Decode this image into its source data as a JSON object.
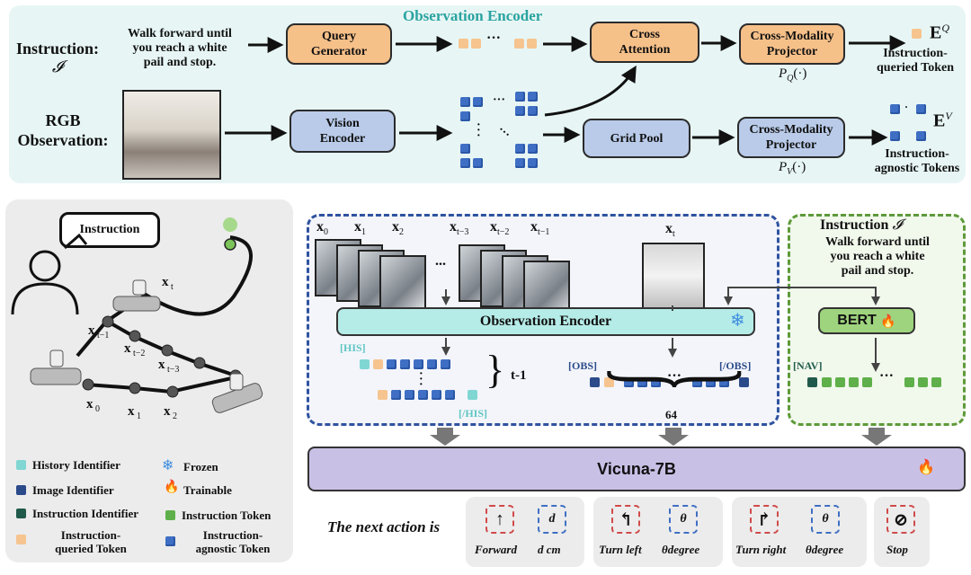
{
  "top": {
    "title": "Observation Encoder",
    "instruction_label": "Instruction:",
    "instruction_symbol": "𝓘",
    "instruction_text": [
      "Walk forward until",
      "you reach a white",
      "pail and stop."
    ],
    "rgb_label": [
      "RGB",
      "Observation:"
    ],
    "query_generator": [
      "Query",
      "Generator"
    ],
    "vision_encoder": [
      "Vision",
      "Encoder"
    ],
    "cross_attention": [
      "Cross",
      "Attention"
    ],
    "grid_pool": "Grid Pool",
    "projector_q": [
      "Cross-Modality",
      "Projector"
    ],
    "projector_v": [
      "Cross-Modality",
      "Projector"
    ],
    "pq_label": "P",
    "pq_sub": "Q",
    "pv_label": "P",
    "pv_sub": "V",
    "func_suffix": "(·)",
    "eq_label": "E",
    "eq_sup": "Q",
    "ev_label": "E",
    "ev_sup": "V",
    "iq_token_label": [
      "Instruction-",
      "queried Token"
    ],
    "ia_token_label": [
      "Instruction-",
      "agnostic Tokens"
    ]
  },
  "left_panel": {
    "bubble": "Instruction",
    "xt": "x",
    "xt_sub": "t",
    "x_tm1_sub": "t−1",
    "x_tm2_sub": "t−2",
    "x_tm3_sub": "t−3",
    "x0_sub": "0",
    "x1_sub": "1",
    "x2_sub": "2"
  },
  "middle": {
    "frame_labels": [
      "0",
      "1",
      "2",
      "t−3",
      "t−2",
      "t−1"
    ],
    "ellipsis": "...",
    "current_frame_sub": "t",
    "obs_encoder": "Observation Encoder",
    "snowflake": "❄",
    "his_open": "[HIS]",
    "his_close": "[/HIS]",
    "t_minus_1": "t-1",
    "obs_open": "[OBS]",
    "obs_close": "[/OBS]",
    "count_64": "64"
  },
  "right": {
    "instruction_title": "Instruction",
    "instruction_symbol": "𝓘",
    "instruction_text": [
      "Walk forward until",
      "you reach a white",
      "pail and stop."
    ],
    "bert": "BERT",
    "fire": "🔥",
    "nav": "[NAV]"
  },
  "vicuna": {
    "label": "Vicuna-7B"
  },
  "legend": [
    {
      "label": "History Identifier",
      "color": "#7fd6d2"
    },
    {
      "label": "Image Identifier",
      "color": "#2b4a8a"
    },
    {
      "label": "Instruction Identifier",
      "color": "#1f5a4a"
    },
    {
      "label": "Instruction-queried Token",
      "color": "#f6c48f"
    },
    {
      "label": "Frozen",
      "icon": "snowflake-icon"
    },
    {
      "label": "Trainable",
      "icon": "fire-icon"
    },
    {
      "label": "Instruction Token",
      "color": "#5fb04a"
    },
    {
      "label": "Instruction-agnostic Token",
      "color": "#3f6fc4"
    }
  ],
  "legend_text": {
    "history": "History Identifier",
    "image": "Image Identifier",
    "instr_id": "Instruction Identifier",
    "iq_1": "Instruction-",
    "iq_2": "queried Token",
    "frozen": "Frozen",
    "trainable": "Trainable",
    "instr_token": "Instruction Token",
    "ia_1": "Instruction-",
    "ia_2": "agnostic Token"
  },
  "actions": {
    "prefix": "The next action is",
    "forward": "Forward",
    "d_cm": "d cm",
    "turn_left": "Turn left",
    "theta_degree_1": "θdegree",
    "turn_right": "Turn right",
    "theta_degree_2": "θdegree",
    "stop": "Stop"
  }
}
